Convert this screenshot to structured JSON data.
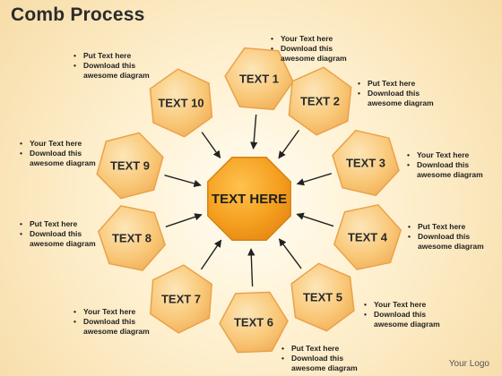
{
  "title": "Comb Process",
  "center": "TEXT HERE",
  "steps": [
    "TEXT 1",
    "TEXT 2",
    "TEXT 3",
    "TEXT 4",
    "TEXT 5",
    "TEXT 6",
    "TEXT 7",
    "TEXT 8",
    "TEXT 9",
    "TEXT 10"
  ],
  "notes": [
    {
      "l1": "Your Text here",
      "l2": "Download this",
      "l3": "awesome diagram"
    },
    {
      "l1": "Put Text here",
      "l2": "Download this",
      "l3": "awesome diagram"
    },
    {
      "l1": "Your Text here",
      "l2": "Download this",
      "l3": "awesome diagram"
    },
    {
      "l1": "Put Text  here",
      "l2": "Download this",
      "l3": "awesome diagram"
    },
    {
      "l1": "Your Text  here",
      "l2": "Download this",
      "l3": "awesome diagram"
    },
    {
      "l1": "Put Text  here",
      "l2": "Download this",
      "l3": "awesome diagram"
    },
    {
      "l1": "Your Text  here",
      "l2": "Download this",
      "l3": "awesome diagram"
    },
    {
      "l1": "Put Text  here",
      "l2": "Download this",
      "l3": "awesome diagram"
    },
    {
      "l1": "Your Text  here",
      "l2": "Download this",
      "l3": "awesome diagram"
    },
    {
      "l1": "Put Text  here",
      "l2": "Download this",
      "l3": "awesome diagram"
    }
  ],
  "logo": "Your Logo",
  "colors": {
    "hex_fill": "#f9c878",
    "hex_edge": "#e9a24a",
    "center_fill": "#f29c1f",
    "arrow": "#222222"
  }
}
